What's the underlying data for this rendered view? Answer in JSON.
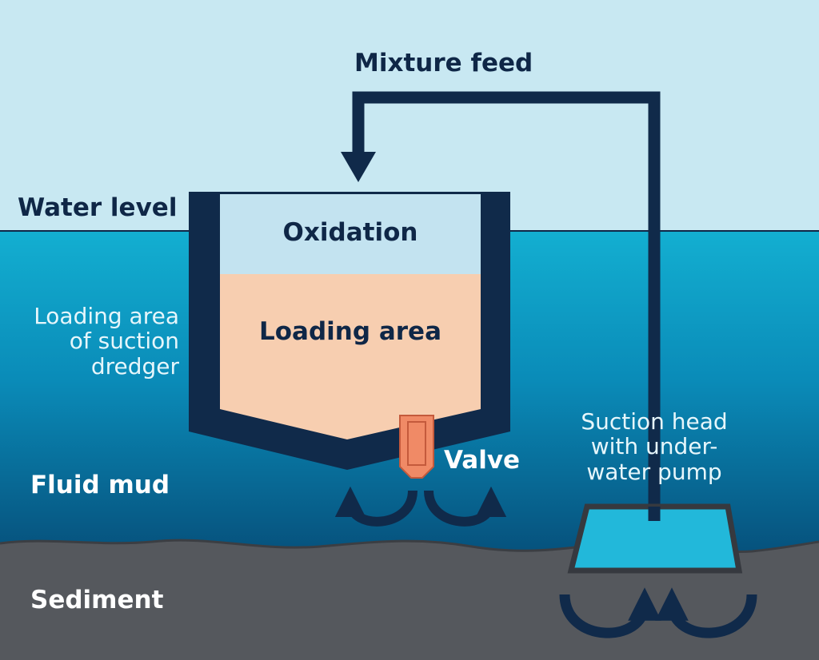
{
  "labels": {
    "mixture_feed": "Mixture feed",
    "water_level": "Water level",
    "oxidation": "Oxidation",
    "loading_area": "Loading area",
    "loading_area_dredger": [
      "Loading area",
      "of suction",
      "dredger"
    ],
    "valve": "Valve",
    "fluid_mud": "Fluid mud",
    "suction_head": [
      "Suction head",
      "with under-",
      "water pump"
    ],
    "sediment": "Sediment"
  },
  "colors": {
    "sky": "#c8e8f2",
    "water_top": "#13afd1",
    "water_bottom": "#064d78",
    "sediment": "#55585d",
    "hull": "#102a4a",
    "oxidation_fill": "#c3e3f0",
    "loading_fill": "#f7ceb0",
    "valve": "#f08a66",
    "suction_head_fill": "#22b8da"
  }
}
